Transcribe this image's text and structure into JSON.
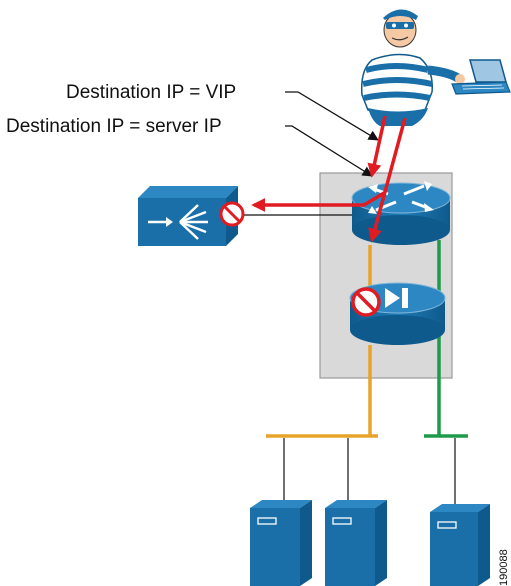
{
  "labels": {
    "vip": "Destination IP = VIP",
    "server_ip": "Destination IP = server IP"
  },
  "figure_id": "190088",
  "colors": {
    "device_blue": "#1a6fa8",
    "device_top": "#2d87c2",
    "chassis_fill": "#d9d9d9",
    "chassis_border": "#9a9a9a",
    "attack_red": "#e11b22",
    "vlan_orange": "#e8a32a",
    "vlan_green": "#1d9a4a",
    "text": "#111111"
  },
  "icons": [
    "attacker-icon",
    "laptop-icon",
    "router-icon",
    "firewall-module-icon",
    "ids-appliance-icon",
    "blocked-icon",
    "server-icon"
  ]
}
